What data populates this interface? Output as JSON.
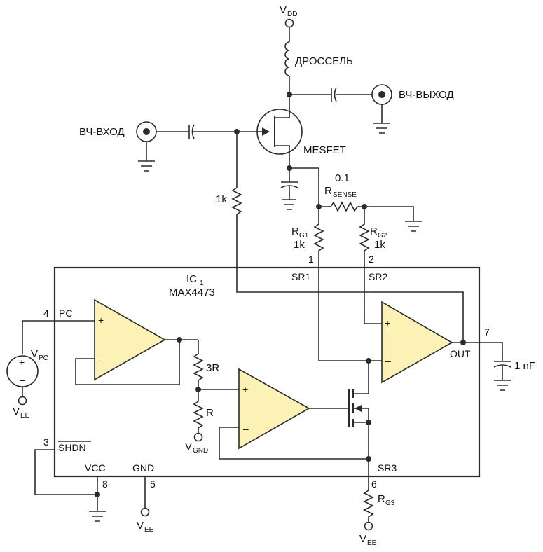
{
  "labels": {
    "vdd_main": "V",
    "vdd_sub": "DD",
    "inductor": "ДРОССЕЛЬ",
    "rf_out": "ВЧ-ВЫХОД",
    "rf_in": "ВЧ-ВХОД",
    "mesfet": "MESFET",
    "rsense_value": "0.1",
    "rsense_main": "R",
    "rsense_sub": "SENSE",
    "r1k_bias": "1k",
    "rg1_main": "R",
    "rg1_sub": "G1",
    "rg1_value": "1k",
    "rg2_main": "R",
    "rg2_sub": "G2",
    "rg2_value": "1k",
    "pin1": "1",
    "pin2": "2",
    "sr1": "SR1",
    "sr2": "SR2",
    "ic_main": "IC",
    "ic_sub": "1",
    "ic_part": "MAX4473",
    "pin4": "4",
    "pc": "PC",
    "plus": "+",
    "minus": "–",
    "vpc_main": "V",
    "vpc_sub": "PC",
    "vee_main": "V",
    "vee_sub": "EE",
    "r3r": "3R",
    "r_r": "R",
    "vgnd_main": "V",
    "vgnd_sub": "GND",
    "pin7": "7",
    "out": "OUT",
    "cap_out": "1 nF",
    "pin3": "3",
    "shdn": "SHDN",
    "vcc": "VCC",
    "gnd": "GND",
    "sr3": "SR3",
    "pin8": "8",
    "pin5": "5",
    "pin6": "6",
    "rg3_main": "R",
    "rg3_sub": "G3"
  }
}
